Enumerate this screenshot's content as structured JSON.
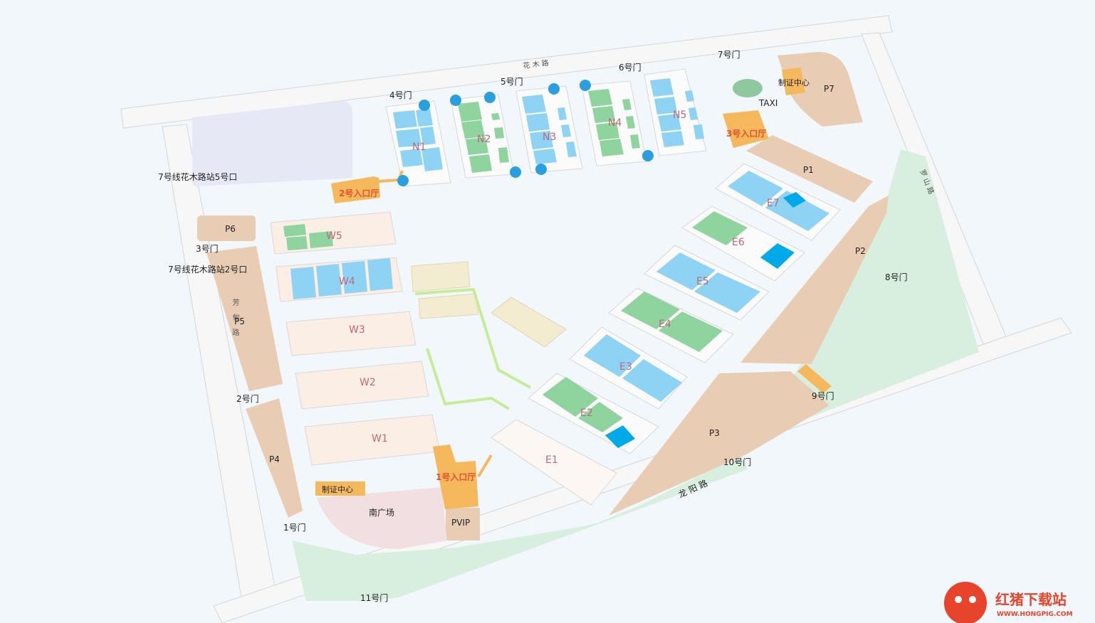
{
  "roads": {
    "huamu": "花 木 路",
    "fangdian": "芳 甸 路",
    "xiangshan": "罗 山 路",
    "longyang": "龙 阳 路"
  },
  "halls": {
    "N1": "N1",
    "N2": "N2",
    "N3": "N3",
    "N4": "N4",
    "N5": "N5",
    "W1": "W1",
    "W2": "W2",
    "W3": "W3",
    "W4": "W4",
    "W5": "W5",
    "E1": "E1",
    "E2": "E2",
    "E3": "E3",
    "E4": "E4",
    "E5": "E5",
    "E6": "E6",
    "E7": "E7"
  },
  "gates": {
    "g1": "1号门",
    "g2": "2号门",
    "g3": "3号门",
    "g4": "4号门",
    "g5": "5号门",
    "g6": "6号门",
    "g7": "7号门",
    "g8": "8号门",
    "g9": "9号门",
    "g10": "10号门",
    "g11": "11号门"
  },
  "parking": {
    "P1": "P1",
    "P2": "P2",
    "P3": "P3",
    "P4": "P4",
    "P5": "P5",
    "P6": "P6",
    "P7": "P7",
    "PVIP": "PVIP"
  },
  "entrances": {
    "e1": "1号入口厅",
    "e2": "2号入口厅",
    "e3": "3号入口厅"
  },
  "places": {
    "cert_north": "制证中心",
    "cert_south": "制证中心",
    "south_plaza": "南广场",
    "taxi": "TAXI",
    "metro5": "7号线花木路站5号口",
    "metro2": "7号线花木路站2号口"
  },
  "watermark": {
    "name": "红猪下载站",
    "url": "WWW.HONGPIG.COM"
  },
  "colors": {
    "blue_hall": "#8fd3f4",
    "green_hall": "#8fd39f",
    "hall_bg": "#fbeee4",
    "parking": "#e8ccb4",
    "entrance": "#f5b85c",
    "green_area": "#d8efe0",
    "road": "#f4f4f4"
  }
}
